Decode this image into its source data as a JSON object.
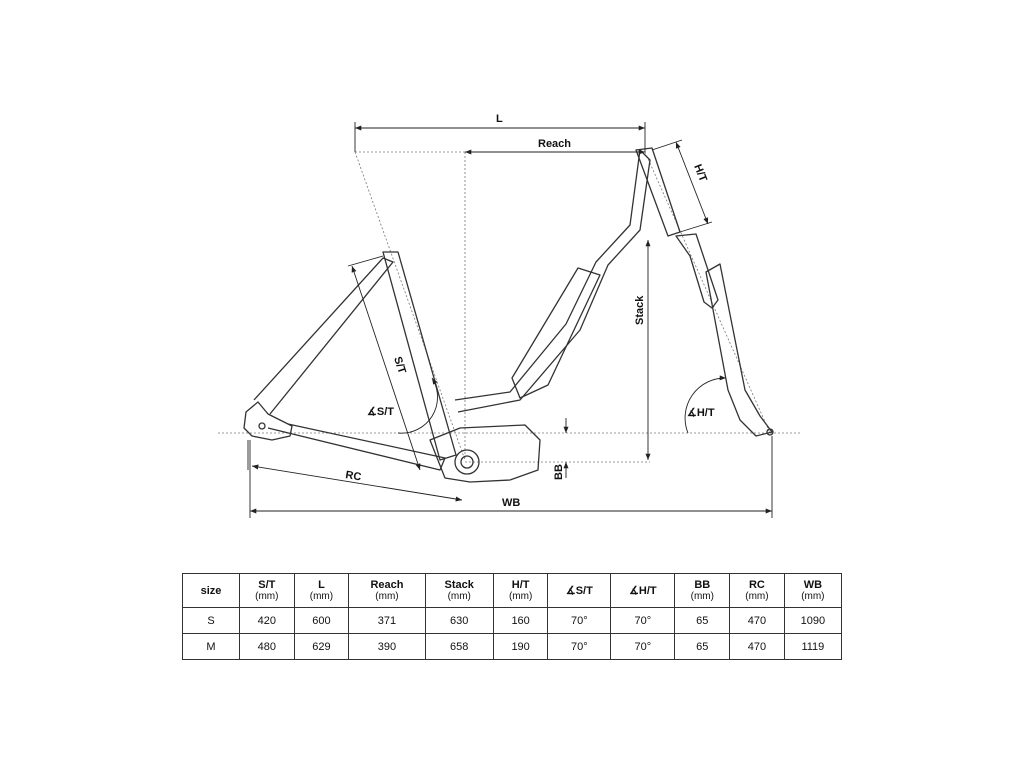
{
  "labels": {
    "L": "L",
    "reach": "Reach",
    "ht": "H/T",
    "stack": "Stack",
    "st": "S/T",
    "st_angle": "∡S/T",
    "ht_angle": "∡H/T",
    "rc": "RC",
    "bb": "BB",
    "wb": "WB"
  },
  "table": {
    "headers": [
      {
        "name": "size",
        "unit": ""
      },
      {
        "name": "S/T",
        "unit": "(mm)"
      },
      {
        "name": "L",
        "unit": "(mm)"
      },
      {
        "name": "Reach",
        "unit": "(mm)"
      },
      {
        "name": "Stack",
        "unit": "(mm)"
      },
      {
        "name": "H/T",
        "unit": "(mm)"
      },
      {
        "name": "∡S/T",
        "unit": ""
      },
      {
        "name": "∡H/T",
        "unit": ""
      },
      {
        "name": "BB",
        "unit": "(mm)"
      },
      {
        "name": "RC",
        "unit": "(mm)"
      },
      {
        "name": "WB",
        "unit": "(mm)"
      }
    ],
    "rows": [
      [
        "S",
        "420",
        "600",
        "371",
        "630",
        "160",
        "70°",
        "70°",
        "65",
        "470",
        "1090"
      ],
      [
        "M",
        "480",
        "629",
        "390",
        "658",
        "190",
        "70°",
        "70°",
        "65",
        "470",
        "1119"
      ]
    ]
  }
}
